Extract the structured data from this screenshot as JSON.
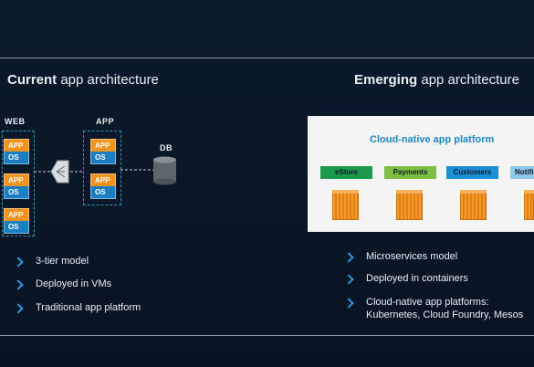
{
  "left": {
    "title_bold": "Current",
    "title_rest": " app architecture",
    "web_label": "WEB",
    "app_label": "APP",
    "db_label": "DB",
    "tile_app": "APP",
    "tile_os": "OS",
    "bullets": [
      "3-tier model",
      "Deployed in VMs",
      "Traditional app platform"
    ]
  },
  "right": {
    "title_bold": "Emerging",
    "title_rest": " app architecture",
    "panel_title": "Cloud-native app platform",
    "services": [
      "eStore",
      "Payments",
      "Customers",
      "Notifi"
    ],
    "bullets": [
      "Microservices model",
      "Deployed in containers",
      "Cloud-native app platforms:",
      "Kubernetes, Cloud Foundry, Mesos"
    ]
  },
  "colors": {
    "estore": "#1a9a4a",
    "payments": "#7dbf43",
    "customers": "#1a8fd6",
    "notifi": "#8ec9ea",
    "accent": "#2b9ae0"
  }
}
